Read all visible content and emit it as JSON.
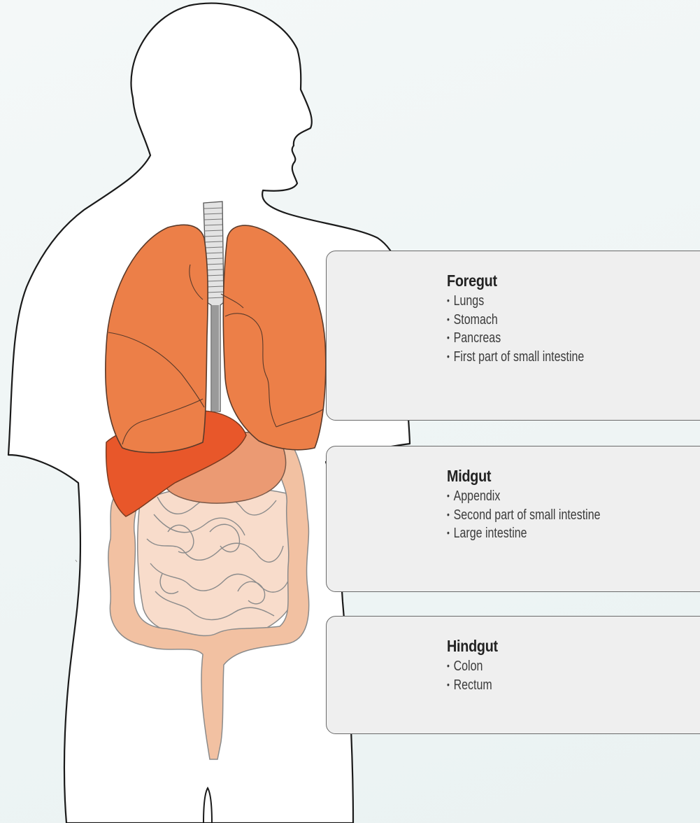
{
  "panels": [
    {
      "heading": "Foregut",
      "items": [
        "Lungs",
        "Stomach",
        "Pancreas",
        "First part of small intestine"
      ]
    },
    {
      "heading": "Midgut",
      "items": [
        "Appendix",
        "Second part of small intestine",
        "Large intestine"
      ]
    },
    {
      "heading": "Hindgut",
      "items": [
        "Colon",
        "Rectum"
      ]
    }
  ],
  "colors": {
    "lungs": "#ec7f48",
    "liver": "#e8572a",
    "stomach": "#eb9a73",
    "intestine": "#f4c4a4",
    "trachea": "#e3e3e3",
    "body": "#ffffff",
    "outline": "#1a1a1a",
    "panel_fill": "#efefef",
    "panel_border": "#6a6a6a"
  },
  "icons": {
    "figure": "human-torso-silhouette-icon"
  }
}
